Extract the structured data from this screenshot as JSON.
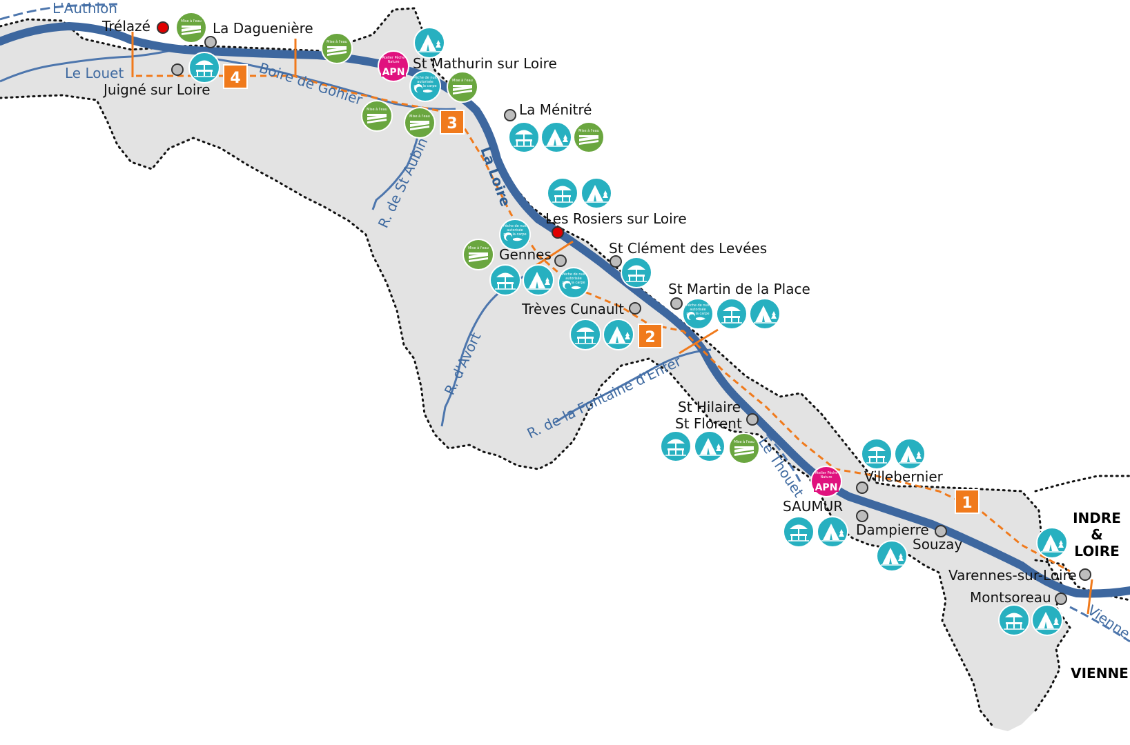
{
  "colors": {
    "land": "#e3e3e3",
    "loire": "#3d679f",
    "river": "#4d76ad",
    "orange": "#f07a1c",
    "teal": "#27b0c0",
    "green": "#6aa63f",
    "pink": "#e0117e",
    "town_red": "#e00000",
    "town_grey": "#bdbdbd"
  },
  "rivers": {
    "authion": "L'Authion",
    "louet": "Le Louet",
    "gohier": "Boire de Gohier",
    "loire": "La Loire",
    "st_aubin": "R. de St Aubin",
    "avort": "R. d'Avort",
    "fontaine": "R. de la Fontaine d'Enfer",
    "thouet": "Le Thouet",
    "vienne": "Vienne"
  },
  "towns": {
    "trelaze": "Trélazé",
    "daguenière": "La Daguenière",
    "juigne": "Juigné sur Loire",
    "st_mathurin": "St Mathurin sur Loire",
    "menitre": "La Ménitré",
    "rosiers": "Les Rosiers sur Loire",
    "gennes": "Gennes",
    "st_clement": "St Clément des Levées",
    "treves": "Trèves Cunault",
    "st_martin": "St Martin de la Place",
    "st_hilaire_1": "St Hilaire",
    "st_hilaire_2": "St Florent",
    "villebernier": "Villebernier",
    "saumur": "SAUMUR",
    "dampierre": "Dampierre",
    "souzay": "Souzay",
    "varennes": "Varennes-sur-Loire",
    "montsoreau": "Montsoreau"
  },
  "departments": {
    "indre_1": "INDRE",
    "indre_2": "&",
    "indre_3": "LOIRE",
    "vienne": "VIENNE"
  },
  "zones": [
    "1",
    "2",
    "3",
    "4"
  ],
  "icons": {
    "mise_eau": "Mise à l'eau",
    "peche_nuit_1": "Pêche de nuit",
    "peche_nuit_2": "autorisée",
    "peche_nuit_3": "pour la carpe",
    "apn_top": "Atelier Pêche",
    "apn_top2": "Nature",
    "apn": "APN"
  }
}
